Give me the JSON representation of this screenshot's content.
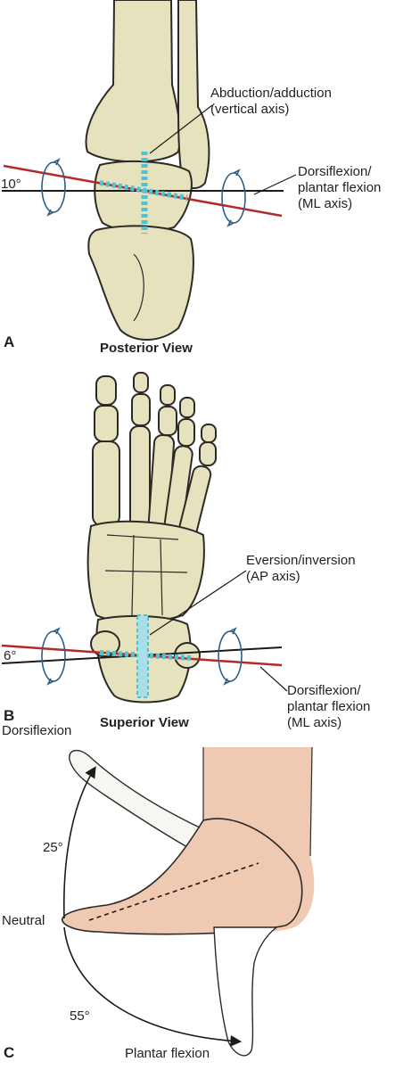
{
  "panel_a": {
    "letter": "A",
    "view_title": "Posterior View",
    "angle_label": "10°",
    "vertical_axis_label_line1": "Abduction/adduction",
    "vertical_axis_label_line2": "(vertical axis)",
    "ml_axis_label_line1": "Dorsiflexion/",
    "ml_axis_label_line2": "plantar flexion",
    "ml_axis_label_line3": "(ML axis)"
  },
  "panel_b": {
    "letter": "B",
    "view_title": "Superior View",
    "angle_label": "6°",
    "ap_axis_label_line1": "Eversion/inversion",
    "ap_axis_label_line2": "(AP axis)",
    "ml_axis_label_line1": "Dorsiflexion/",
    "ml_axis_label_line2": "plantar flexion",
    "ml_axis_label_line3": "(ML axis)"
  },
  "panel_c": {
    "letter": "C",
    "dorsiflexion_label": "Dorsiflexion",
    "dorsiflexion_angle": "25°",
    "neutral_label": "Neutral",
    "plantarflexion_angle": "55°",
    "plantarflexion_label": "Plantar flexion"
  },
  "colors": {
    "bone_fill": "#e6e2bd",
    "bone_outline": "#2b2a26",
    "axis_red": "#b32a2a",
    "axis_black": "#1a1a1a",
    "axis_cyan": "#4fc3d4",
    "rotation_arrow": "#2e5f86",
    "skin_fill": "#f0c9b2"
  }
}
